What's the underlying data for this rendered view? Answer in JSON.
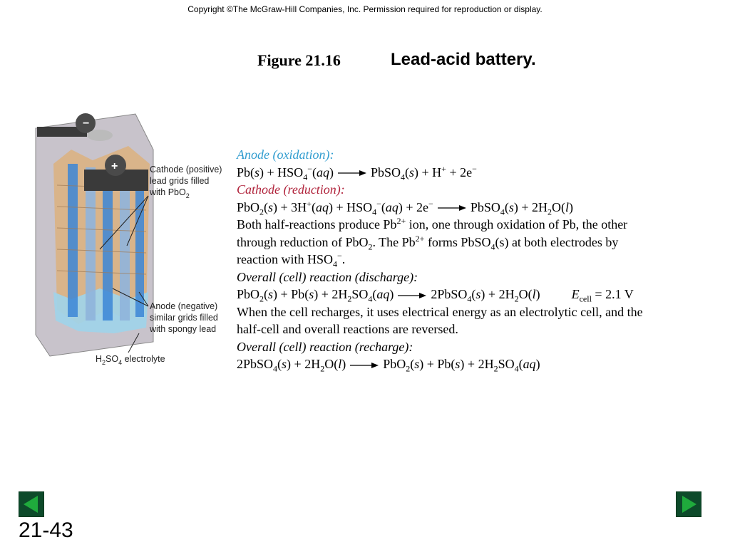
{
  "copyright": "Copyright ©The McGraw-Hill Companies, Inc.  Permission required for reproduction or display.",
  "figure": {
    "label": "Figure 21.16",
    "title": "Lead-acid battery."
  },
  "illustration": {
    "terminal_minus": "−",
    "terminal_plus": "+",
    "cathode_label": [
      "Cathode (positive)",
      "lead grids filled",
      "with PbO"
    ],
    "cathode_label_sub": "2",
    "anode_label": [
      "Anode (negative)",
      "similar grids filled",
      "with spongy lead"
    ],
    "electrolyte_label": {
      "a": "H",
      "a_sub": "2",
      "b": "SO",
      "b_sub": "4",
      "c": " electrolyte"
    }
  },
  "headings": {
    "anode": "Anode (oxidation):",
    "cathode": "Cathode (reduction):",
    "overall_discharge": "Overall (cell) reaction (discharge):",
    "overall_recharge": "Overall (cell) reaction (recharge):"
  },
  "paragraphs": {
    "p1_a": "Both half-reactions produce Pb",
    "p1_b": " ion, one through oxidation of Pb, the other",
    "p1_c": "through reduction of PbO",
    "p1_d": ". The Pb",
    "p1_e": " forms PbSO",
    "p1_f": "(s) at both electrodes by",
    "p1_g": "reaction with HSO",
    "p1_h": ".",
    "p2_line1": "When the cell recharges, it uses electrical energy as an electrolytic cell, and the",
    "p2_line2": "half-cell and overall reactions are reversed."
  },
  "ecell": {
    "symbol": "E",
    "sub": "cell",
    "value": " = 2.1 V"
  },
  "slide_number": "21-43",
  "colors": {
    "nav_bg": "#0d4a2a",
    "nav_arrow": "#1faa3c",
    "anode_heading": "#2f9ccf",
    "cathode_heading": "#b0223a"
  }
}
